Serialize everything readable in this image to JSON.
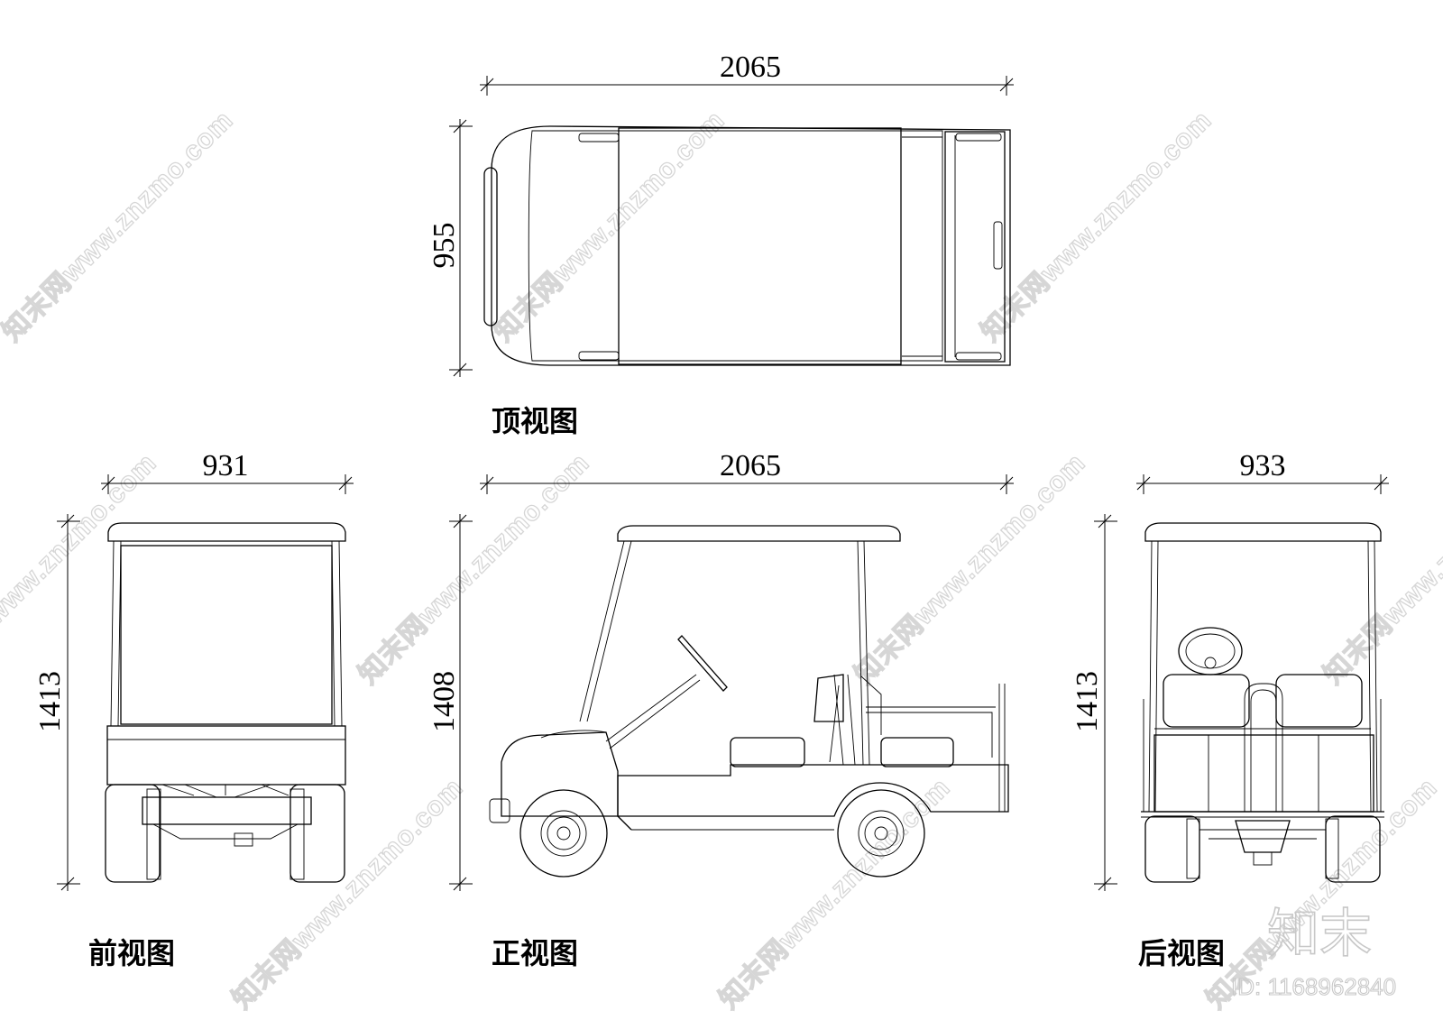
{
  "dimensions": {
    "top_width": "2065",
    "top_height": "955",
    "front_width": "931",
    "front_height": "1413",
    "side_width": "2065",
    "side_height": "1408",
    "rear_width": "933",
    "rear_height": "1413"
  },
  "labels": {
    "top_view": "顶视图",
    "front_view": "前视图",
    "side_view": "正视图",
    "rear_view": "后视图"
  },
  "watermark": {
    "text": "知末网www.znzmo.com",
    "brand": "知末",
    "id": "ID: 1168962840"
  }
}
